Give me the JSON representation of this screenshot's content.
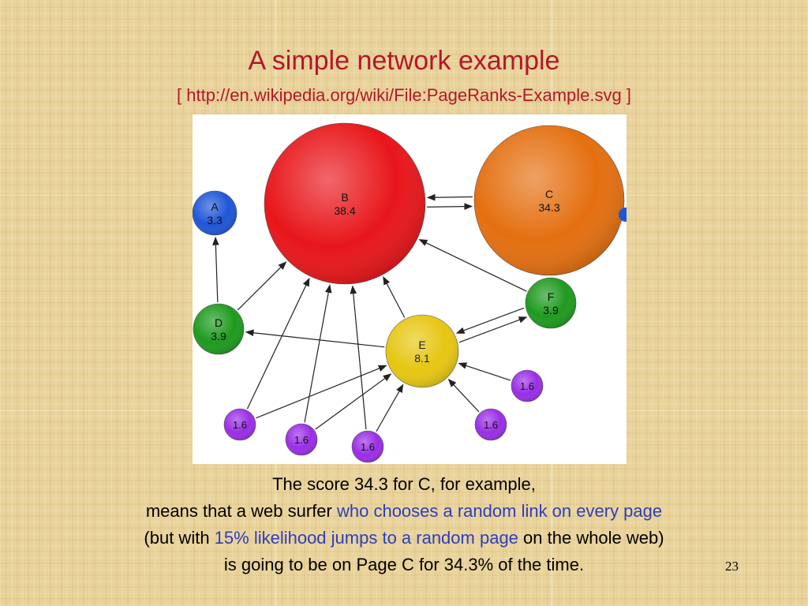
{
  "slide": {
    "title": "A simple network example",
    "subtitle": "[ http://en.wikipedia.org/wiki/File:PageRanks-Example.svg ]",
    "page_number": "23"
  },
  "caption": {
    "line1": "The score 34.3 for C, for example,",
    "line2_a": "means that a web surfer ",
    "line2_b": "who chooses a random link on every page",
    "line3_a": "(but with ",
    "line3_b": "15% likelihood jumps to a random page",
    "line3_c": " on the whole web)",
    "line4": "is going to be on Page C for 34.3% of the time."
  },
  "graph": {
    "nodes": [
      {
        "id": "B",
        "label": "B",
        "score": "38.4",
        "color": "#e8161a"
      },
      {
        "id": "C",
        "label": "C",
        "score": "34.3",
        "color": "#e46f10"
      },
      {
        "id": "A",
        "label": "A",
        "score": "3.3",
        "color": "#1f56d8"
      },
      {
        "id": "D",
        "label": "D",
        "score": "3.9",
        "color": "#1e9a1e"
      },
      {
        "id": "E",
        "label": "E",
        "score": "8.1",
        "color": "#e6c612"
      },
      {
        "id": "F",
        "label": "F",
        "score": "3.9",
        "color": "#1e9a1e"
      },
      {
        "id": "P1",
        "label": "",
        "score": "1.6",
        "color": "#9a2ee6"
      },
      {
        "id": "P2",
        "label": "",
        "score": "1.6",
        "color": "#9a2ee6"
      },
      {
        "id": "P3",
        "label": "",
        "score": "1.6",
        "color": "#9a2ee6"
      },
      {
        "id": "P4",
        "label": "",
        "score": "1.6",
        "color": "#9a2ee6"
      },
      {
        "id": "P5",
        "label": "",
        "score": "1.6",
        "color": "#9a2ee6"
      }
    ],
    "edges": [
      {
        "from": "B",
        "to": "C"
      },
      {
        "from": "C",
        "to": "B"
      },
      {
        "from": "D",
        "to": "A"
      },
      {
        "from": "D",
        "to": "B"
      },
      {
        "from": "E",
        "to": "B"
      },
      {
        "from": "E",
        "to": "D"
      },
      {
        "from": "E",
        "to": "F"
      },
      {
        "from": "F",
        "to": "E"
      },
      {
        "from": "F",
        "to": "B"
      },
      {
        "from": "P1",
        "to": "B"
      },
      {
        "from": "P1",
        "to": "E"
      },
      {
        "from": "P2",
        "to": "B"
      },
      {
        "from": "P2",
        "to": "E"
      },
      {
        "from": "P3",
        "to": "B"
      },
      {
        "from": "P3",
        "to": "E"
      },
      {
        "from": "P4",
        "to": "E"
      },
      {
        "from": "P5",
        "to": "E"
      }
    ]
  }
}
